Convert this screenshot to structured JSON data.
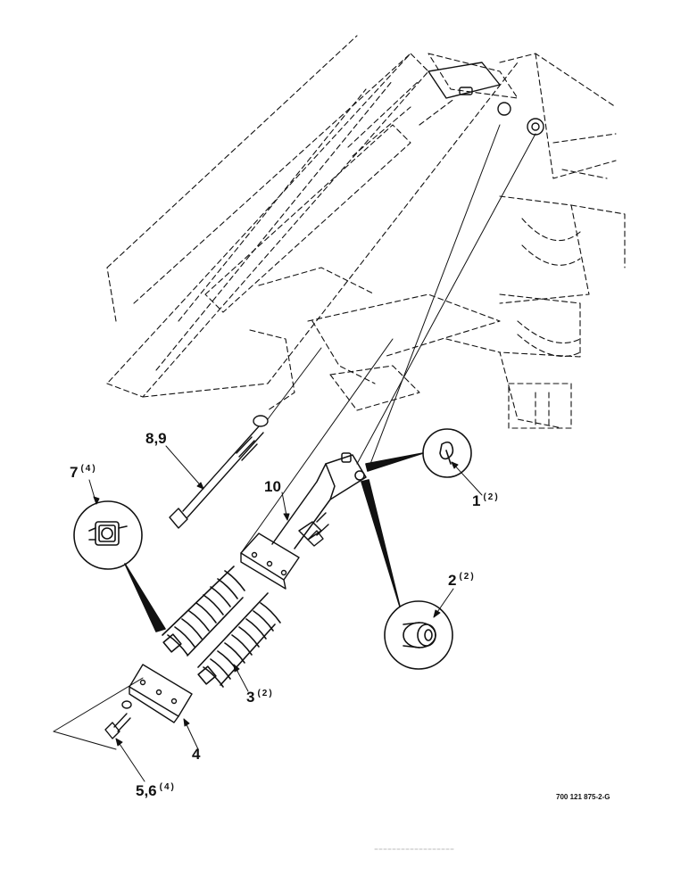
{
  "callouts": [
    {
      "id": "c1",
      "number": "1",
      "qty": "(2)"
    },
    {
      "id": "c2",
      "number": "2",
      "qty": "(2)"
    },
    {
      "id": "c3",
      "number": "3",
      "qty": "(2)"
    },
    {
      "id": "c4",
      "number": "4",
      "qty": ""
    },
    {
      "id": "c56",
      "number": "5,6",
      "qty": "(4)"
    },
    {
      "id": "c7",
      "number": "7",
      "qty": "(4)"
    },
    {
      "id": "c89",
      "number": "8,9",
      "qty": ""
    },
    {
      "id": "c10",
      "number": "10",
      "qty": ""
    }
  ],
  "document_number": "700 121 875-2-G",
  "colors": {
    "ink": "#111111",
    "paper": "#ffffff"
  }
}
